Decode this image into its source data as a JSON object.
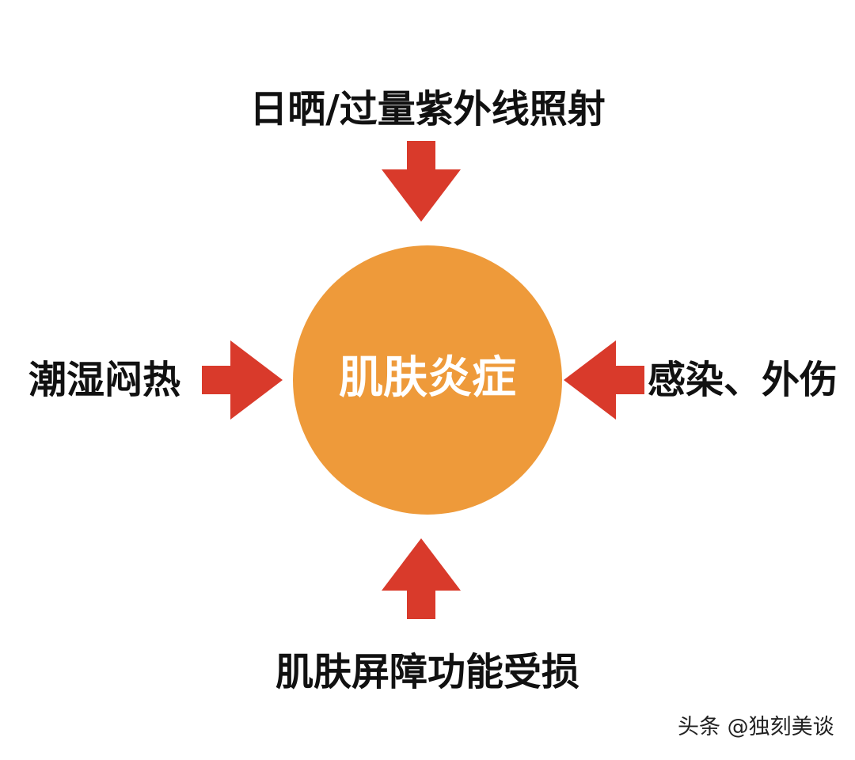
{
  "diagram": {
    "center": {
      "label": "肌肤炎症",
      "fill_color": "#EE9A3A",
      "text_color": "#FFFFFF"
    },
    "causes": {
      "top": "日晒/过量紫外线照射",
      "left": "潮湿闷热",
      "right": "感染、外伤",
      "bottom": "肌肤屏障功能受损"
    },
    "arrow_color": "#D93A2B",
    "label_color": "#111111"
  },
  "watermark": {
    "text": "头条 @独刻美谈"
  }
}
